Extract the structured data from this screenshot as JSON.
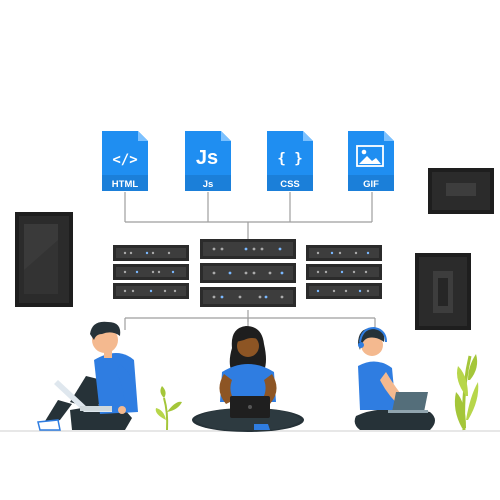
{
  "file_icons": [
    {
      "glyph": "</>",
      "label": "HTML",
      "icon": "html-file-icon"
    },
    {
      "glyph": "Js",
      "label": "Js",
      "icon": "javascript-file-icon"
    },
    {
      "glyph": "{ }",
      "label": "CSS",
      "icon": "css-file-icon"
    },
    {
      "glyph": "",
      "label": "GIF",
      "icon": "image-file-icon"
    }
  ],
  "colors": {
    "file_blue": "#1f8ef1",
    "file_fold": "#7cc1ff",
    "server_dark": "#2b2b2b",
    "server_mid": "#3d3d3d",
    "person_shirt": "#2f7de1",
    "pants_dark": "#263238",
    "skin": "#f4b98f",
    "skin_dark": "#8d5524",
    "plant_green": "#a4c639",
    "line_gray": "#9e9e9e"
  }
}
